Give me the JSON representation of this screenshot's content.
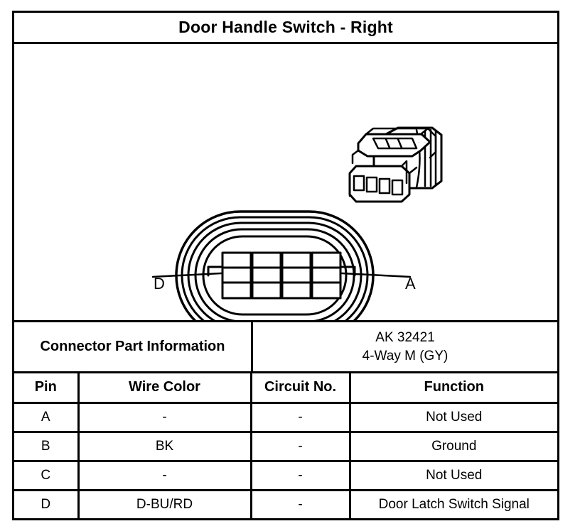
{
  "title": "Door Handle Switch - Right",
  "diagram": {
    "callout_left": "D",
    "callout_right": "A",
    "cavity_count": 4,
    "views": [
      "connector-face-front-view",
      "connector-body-perspective-view"
    ]
  },
  "connector_part_information": {
    "label": "Connector Part Information",
    "part_number": "AK 32421",
    "description": "4-Way M (GY)"
  },
  "pin_table": {
    "headers": [
      "Pin",
      "Wire Color",
      "Circuit No.",
      "Function"
    ],
    "rows": [
      {
        "pin": "A",
        "wire_color": "-",
        "circuit_no": "-",
        "function": "Not Used"
      },
      {
        "pin": "B",
        "wire_color": "BK",
        "circuit_no": "-",
        "function": "Ground"
      },
      {
        "pin": "C",
        "wire_color": "-",
        "circuit_no": "-",
        "function": "Not Used"
      },
      {
        "pin": "D",
        "wire_color": "D-BU/RD",
        "circuit_no": "-",
        "function": "Door Latch Switch Signal"
      }
    ]
  },
  "colors": {
    "line": "#000000",
    "background": "#ffffff"
  }
}
